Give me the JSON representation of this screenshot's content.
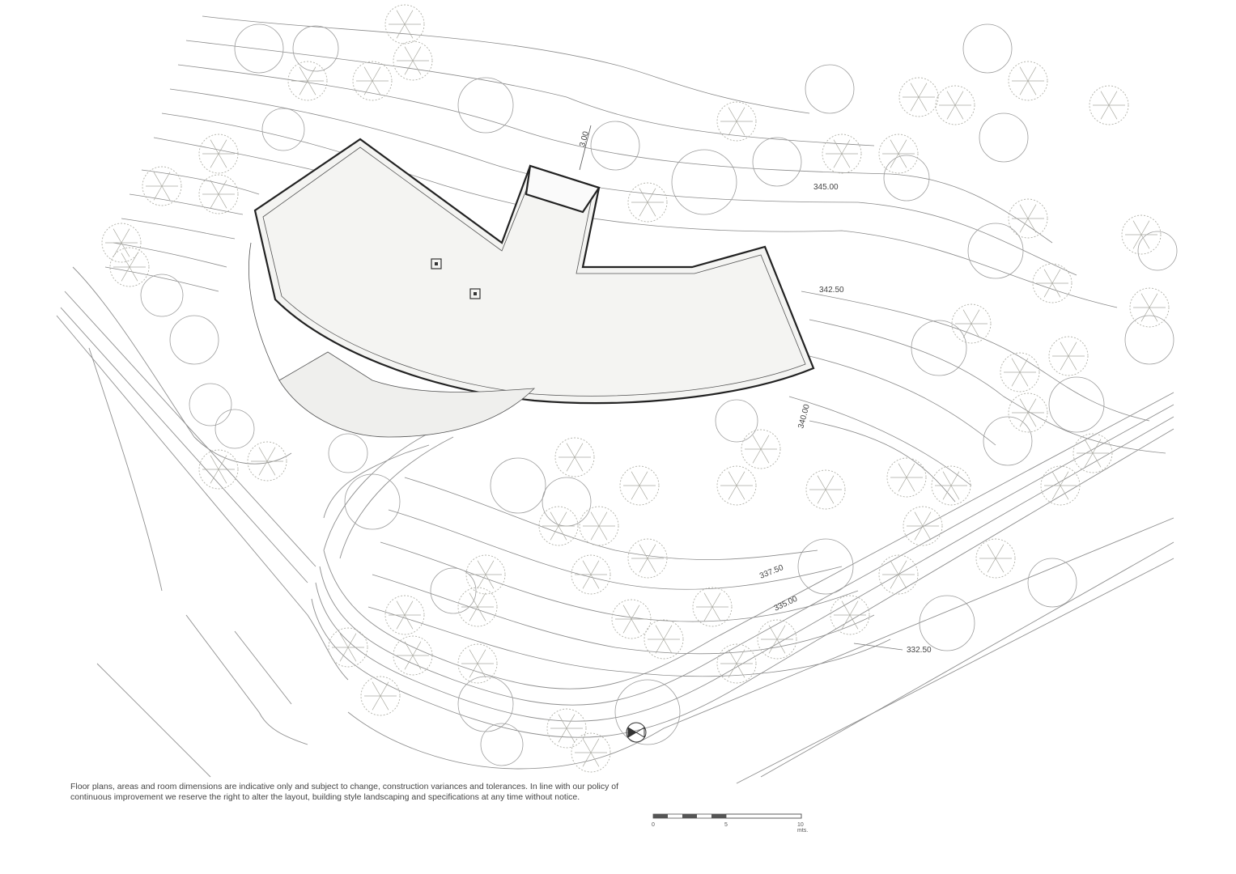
{
  "drawing": {
    "elevation_labels": [
      {
        "id": "345",
        "text": "345.00"
      },
      {
        "id": "342",
        "text": "342.50"
      },
      {
        "id": "340",
        "text": "340.00"
      },
      {
        "id": "337",
        "text": "337.50"
      },
      {
        "id": "335",
        "text": "335.00"
      },
      {
        "id": "332",
        "text": "332.50"
      }
    ],
    "dimension_tag": "3.00"
  },
  "disclaimer": {
    "text": "Floor plans, areas and room dimensions are indicative only and subject to change, construction variances and tolerances. In line with our policy of continuous improvement we reserve the right to alter the layout, building style landscaping and specifications at any time without notice."
  },
  "scale_bar": {
    "label_0": "0",
    "label_5": "5",
    "label_10": "10 mts."
  },
  "icons": {
    "north": "north-arrow-icon",
    "tree": "tree-icon"
  }
}
